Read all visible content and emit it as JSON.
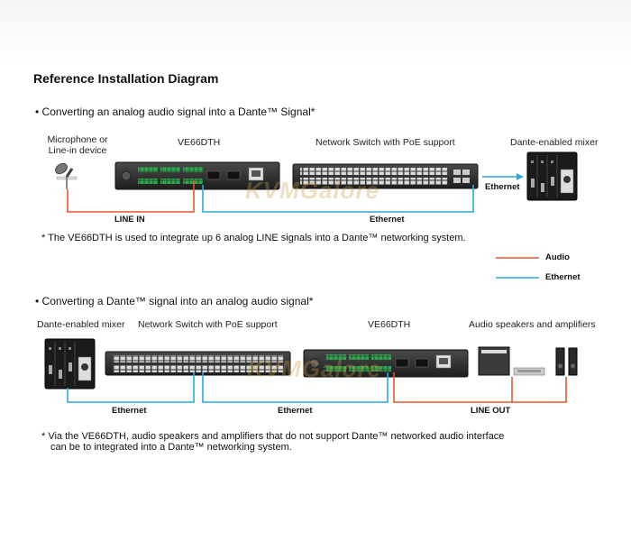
{
  "title": "Reference Installation Diagram",
  "colors": {
    "audio": "#e8552a",
    "ethernet": "#29a9e0",
    "device_dark": "#2a2a2a",
    "terminal_green": "#2fa84f"
  },
  "section1": {
    "heading": "• Converting an analog audio signal into a Dante™  Signal*",
    "mic_label_line1": "Microphone or",
    "mic_label_line2": "Line-in device",
    "ve_label": "VE66DTH",
    "switch_label": "Network Switch with PoE support",
    "mixer_label": "Dante-enabled mixer",
    "line_in_label": "LINE IN",
    "ethernet_label_1": "Ethernet",
    "ethernet_label_2": "Ethernet",
    "note": "* The VE66DTH is used to integrate up 6 analog LINE signals into a Dante™  networking system."
  },
  "legend": {
    "audio_label": "Audio",
    "ethernet_label": "Ethernet"
  },
  "section2": {
    "heading": "• Converting a Dante™ signal into an analog audio signal*",
    "mixer_label": "Dante-enabled mixer",
    "switch_label": "Network Switch with PoE support",
    "ve_label": "VE66DTH",
    "speakers_label": "Audio speakers and amplifiers",
    "ethernet_label_1": "Ethernet",
    "ethernet_label_2": "Ethernet",
    "line_out_label": "LINE OUT",
    "note_line1": "* Via the VE66DTH, audio speakers and amplifiers that  do not support Dante™ networked audio interface",
    "note_line2": "can be to integrated into a Dante™  networking system."
  },
  "watermark": "KVMGalore",
  "icons": [
    "microphone-icon",
    "ve66dth-device-icon",
    "network-switch-icon",
    "dante-mixer-icon",
    "amplifier-icon",
    "speaker-icon"
  ]
}
